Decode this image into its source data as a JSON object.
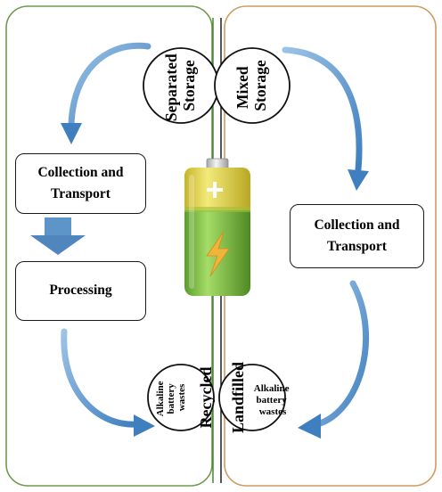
{
  "left_panel": {
    "top_circle_lines": [
      "Separated",
      "Storage"
    ],
    "box_collection_lines": [
      "Collection and",
      "Transport"
    ],
    "box_processing": "Processing",
    "bottom_circle_main": "Recycled",
    "bottom_circle_sub_lines": [
      "Alkaline",
      "battery",
      "wastes"
    ]
  },
  "right_panel": {
    "top_circle_lines": [
      "Mixed",
      "Storage"
    ],
    "box_collection_lines": [
      "Collection and",
      "Transport"
    ],
    "bottom_circle_main": "Landfilled",
    "bottom_circle_sub_lines": [
      "Alkaline",
      "battery",
      "wastes"
    ]
  },
  "colors": {
    "left_border": "#6f9a4f",
    "right_border": "#cf9a63",
    "arrow": "#5e95c9",
    "battery_green": "#7fc142",
    "battery_yellow": "#e3d94a",
    "bolt": "#f0b43a"
  },
  "icons": {
    "battery": "battery-icon",
    "bolt": "lightning-bolt-icon",
    "plus": "plus-icon"
  }
}
